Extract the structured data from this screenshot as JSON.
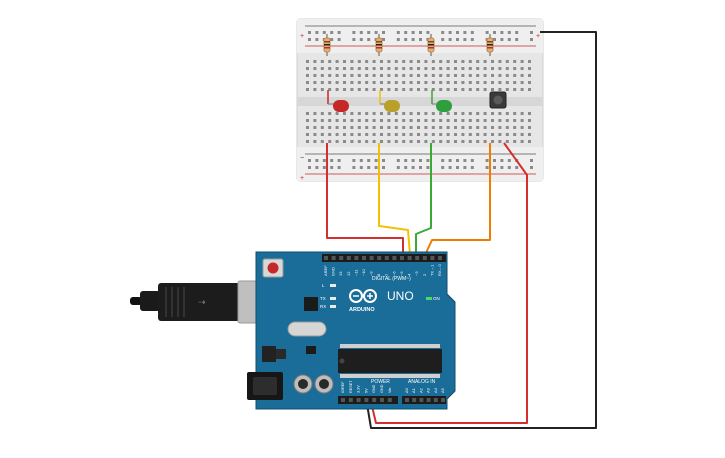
{
  "breadboard": {
    "rail_plus": "+",
    "rail_minus": "−"
  },
  "arduino": {
    "brand": "ARDUINO",
    "model": "UNO",
    "on_label": "ON",
    "digital_label": "DIGITAL (PWM~)",
    "power_label": "POWER",
    "analog_label": "ANALOG IN",
    "led_l": "L",
    "led_tx": "TX",
    "led_rx": "RX",
    "ioref_pins": [
      "IOREF",
      "RESET",
      "3.3V",
      "5V",
      "GND",
      "GND",
      "Vin"
    ],
    "analog_pins": [
      "A0",
      "A1",
      "A2",
      "A3",
      "A4",
      "A5"
    ],
    "digital_pins": [
      "AREF",
      "GND",
      "13",
      "12",
      "~11",
      "~10",
      "~9",
      "8",
      "7",
      "~6",
      "~5",
      "4",
      "~3",
      "2",
      "TX→1",
      "RX←0"
    ]
  },
  "components": {
    "leds": [
      {
        "name": "red-led",
        "color": "#c62828"
      },
      {
        "name": "yellow-led",
        "color": "#b8a02a"
      },
      {
        "name": "green-led",
        "color": "#2e9e3e"
      }
    ],
    "button": "pushbutton"
  },
  "wire_colors": {
    "red": "#d32f2f",
    "yellow": "#f2c200",
    "green": "#3aa935",
    "orange": "#ef7d00",
    "black": "#222222"
  }
}
